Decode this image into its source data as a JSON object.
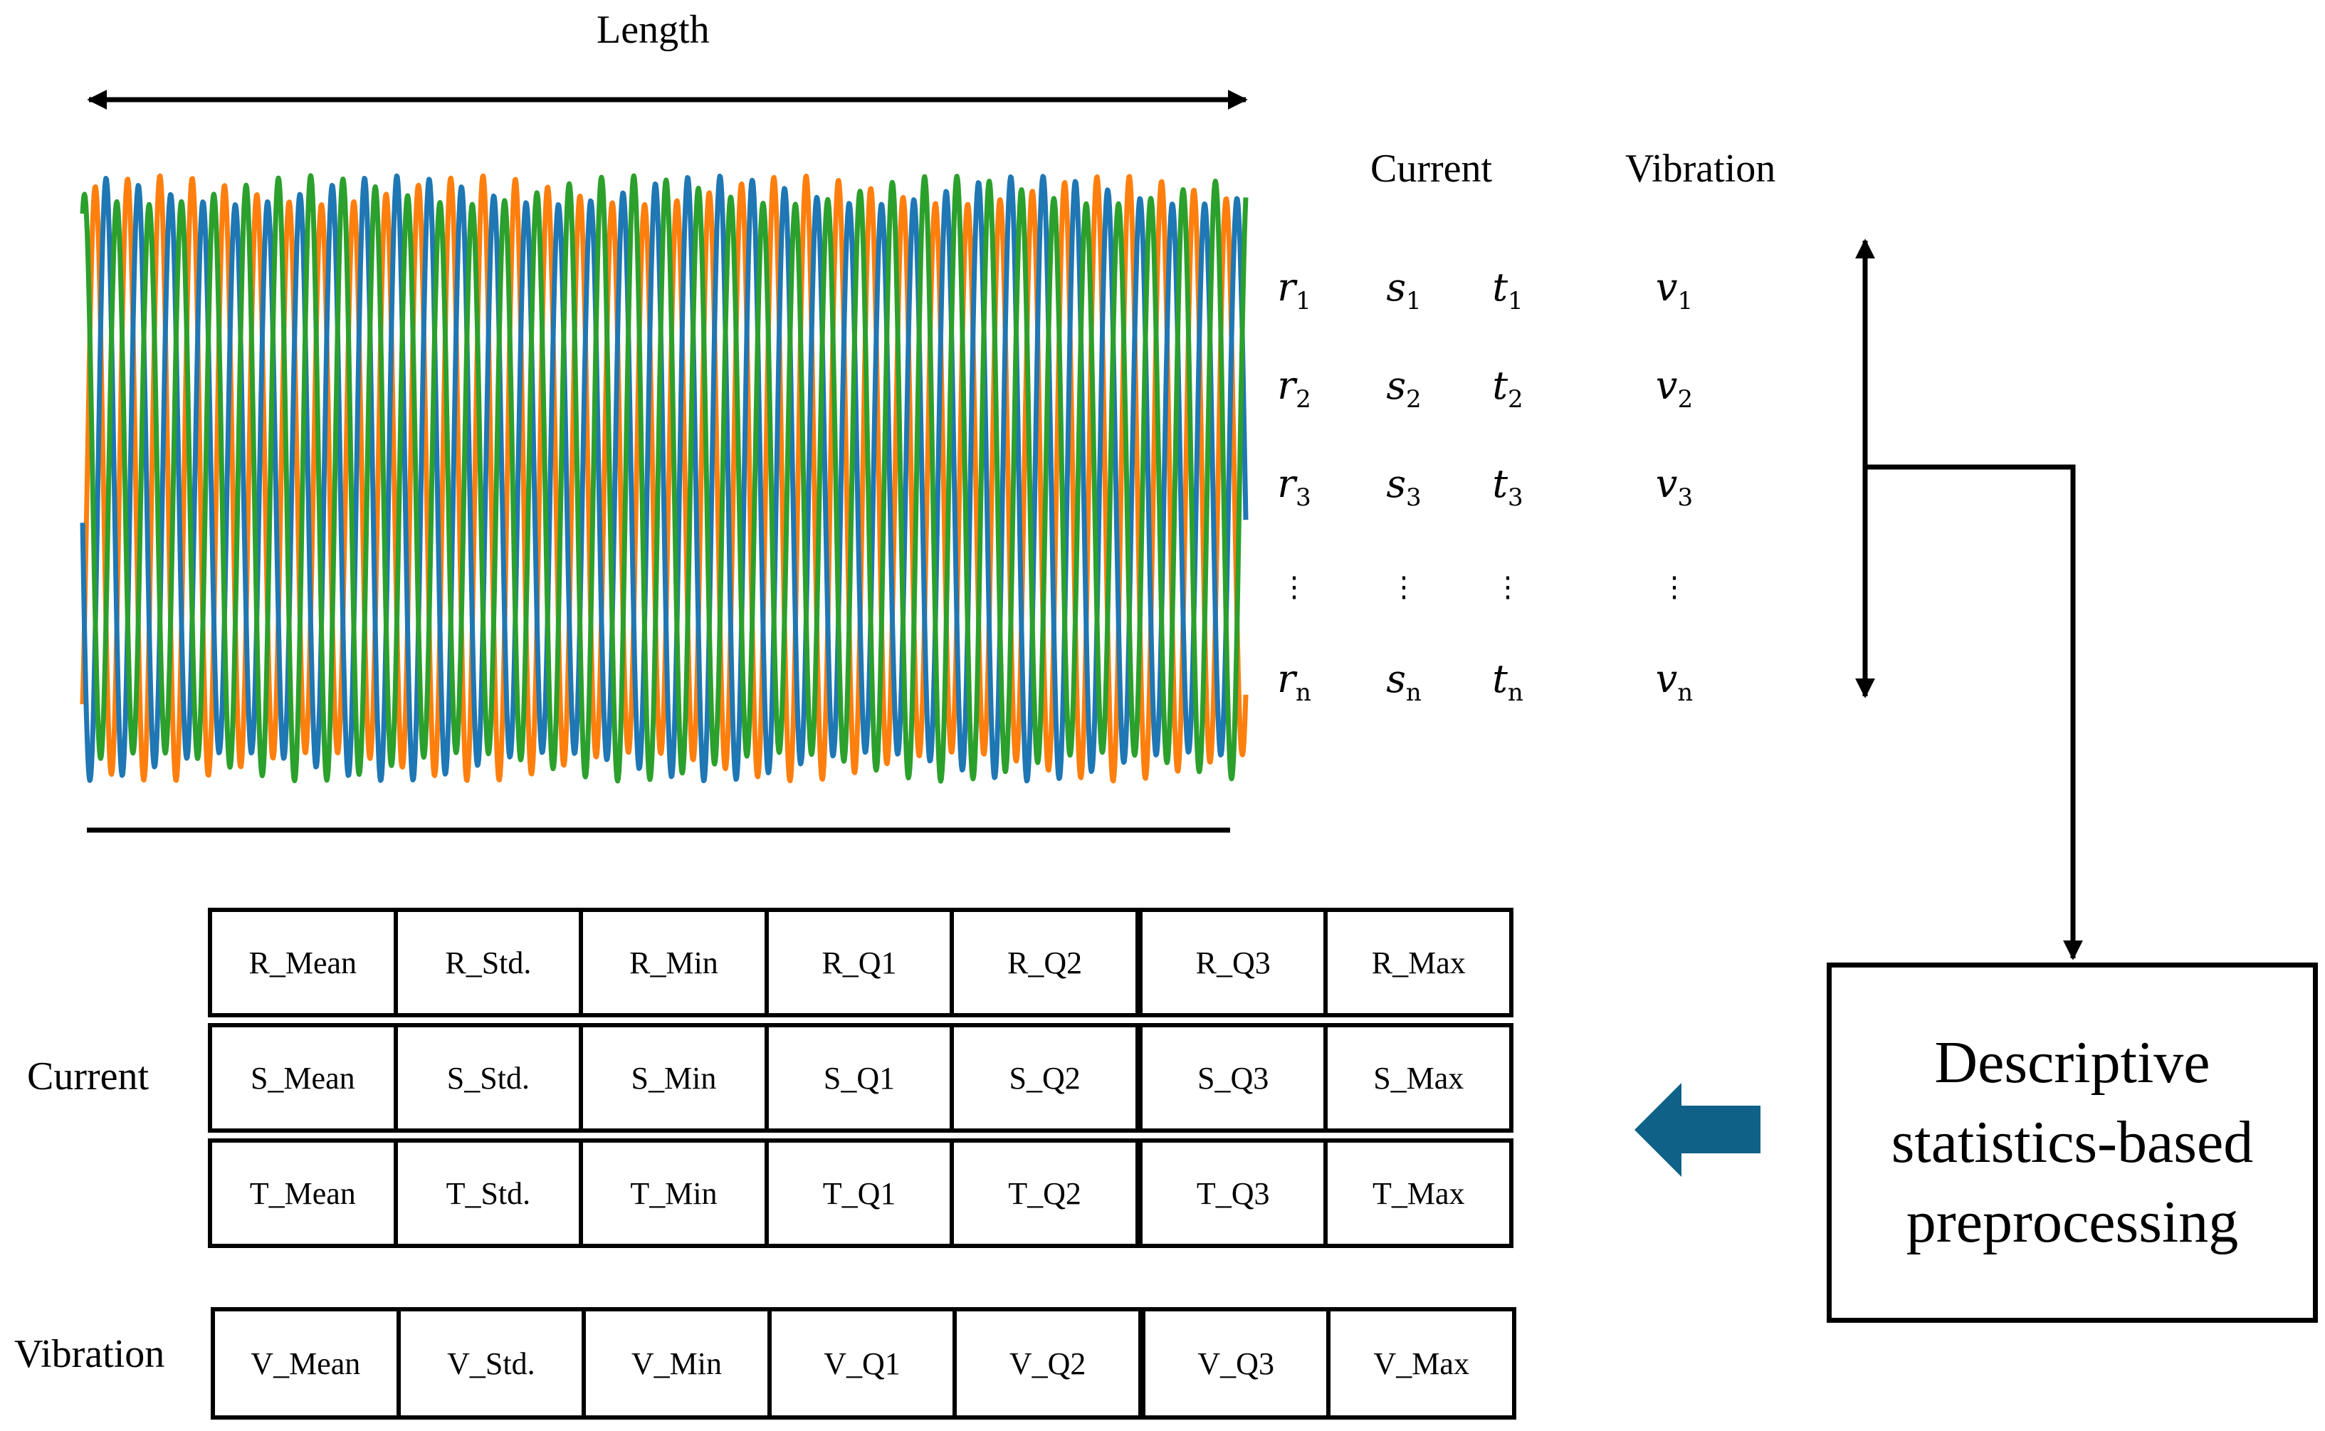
{
  "top": {
    "length_label": "Length"
  },
  "columns": {
    "current": "Current",
    "vibration": "Vibration"
  },
  "symbols": [
    {
      "base": "r",
      "subs": [
        "1",
        "2",
        "3",
        "n"
      ]
    },
    {
      "base": "s",
      "subs": [
        "1",
        "2",
        "3",
        "n"
      ]
    },
    {
      "base": "t",
      "subs": [
        "1",
        "2",
        "3",
        "n"
      ]
    },
    {
      "base": "v",
      "subs": [
        "1",
        "2",
        "3",
        "n"
      ]
    }
  ],
  "ellipsis": "⋮",
  "process": {
    "label": "Descriptive statistics-based preprocessing"
  },
  "side_labels": {
    "current": "Current",
    "vibration": "Vibration"
  },
  "feature_rows": [
    [
      "R_Mean",
      "R_Std.",
      "R_Min",
      "R_Q1",
      "R_Q2",
      "R_Q3",
      "R_Max"
    ],
    [
      "S_Mean",
      "S_Std.",
      "S_Min",
      "S_Q1",
      "S_Q2",
      "S_Q3",
      "S_Max"
    ],
    [
      "T_Mean",
      "T_Std.",
      "T_Min",
      "T_Q1",
      "T_Q2",
      "T_Q3",
      "T_Max"
    ],
    [
      "V_Mean",
      "V_Std.",
      "V_Min",
      "V_Q1",
      "V_Q2",
      "V_Q3",
      "V_Max"
    ]
  ],
  "colors": {
    "phase_r": "#ff7f0e",
    "phase_s": "#1f77b4",
    "phase_t": "#2ca02c",
    "arrow": "#0f6188",
    "line": "#000000"
  },
  "signal": {
    "cycles": 36,
    "phase_count": 3
  }
}
